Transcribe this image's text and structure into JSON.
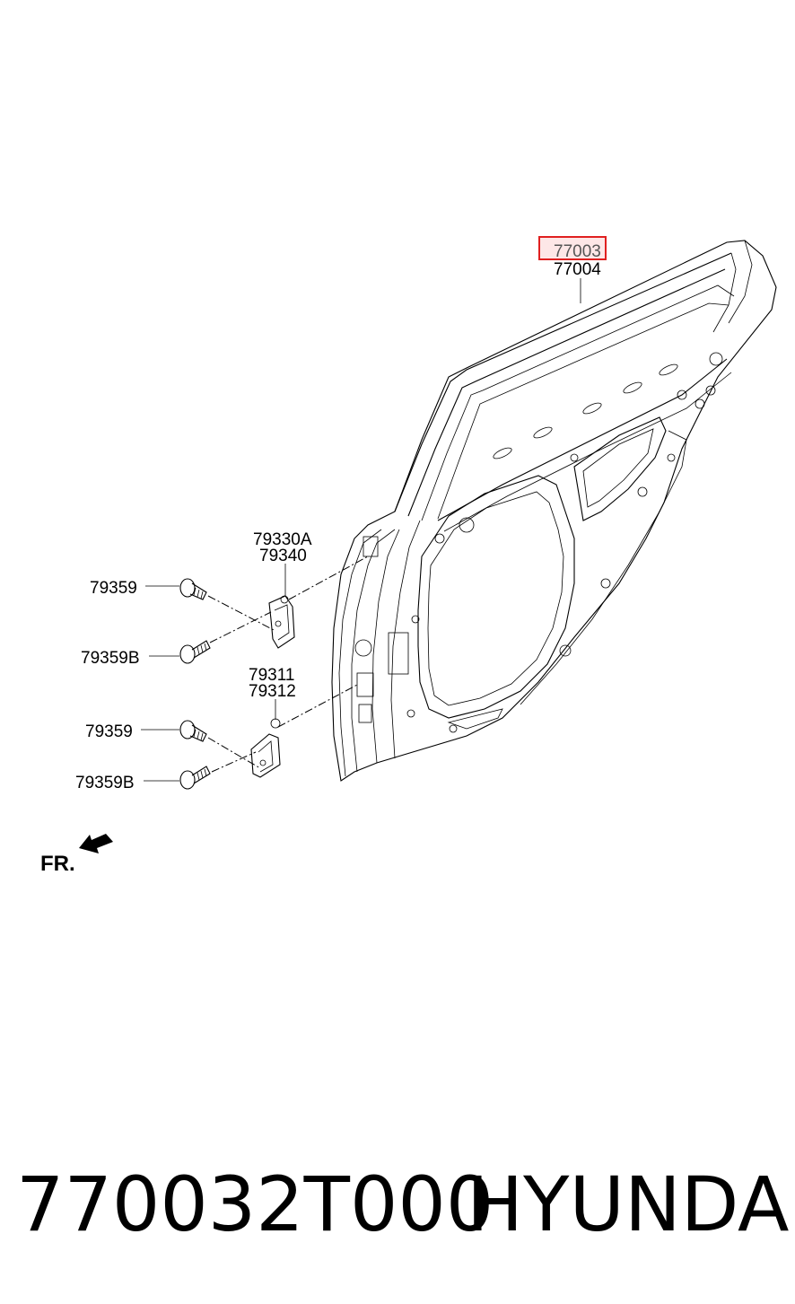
{
  "diagram": {
    "callouts": {
      "door_panel_a": "77003",
      "door_panel_b": "77004",
      "upper_hinge_a": "79330A",
      "upper_hinge_b": "79340",
      "lower_hinge_a": "79311",
      "lower_hinge_b": "79312",
      "bolt_upper_1": "79359",
      "bolt_upper_2": "79359B",
      "bolt_lower_1": "79359",
      "bolt_lower_2": "79359B"
    },
    "direction_label": "FR.",
    "highlight_color": "#e02020",
    "highlight_fill": "#fde7e7"
  },
  "footer": {
    "part_number": "770032T000",
    "brand": "HYUNDAI"
  }
}
